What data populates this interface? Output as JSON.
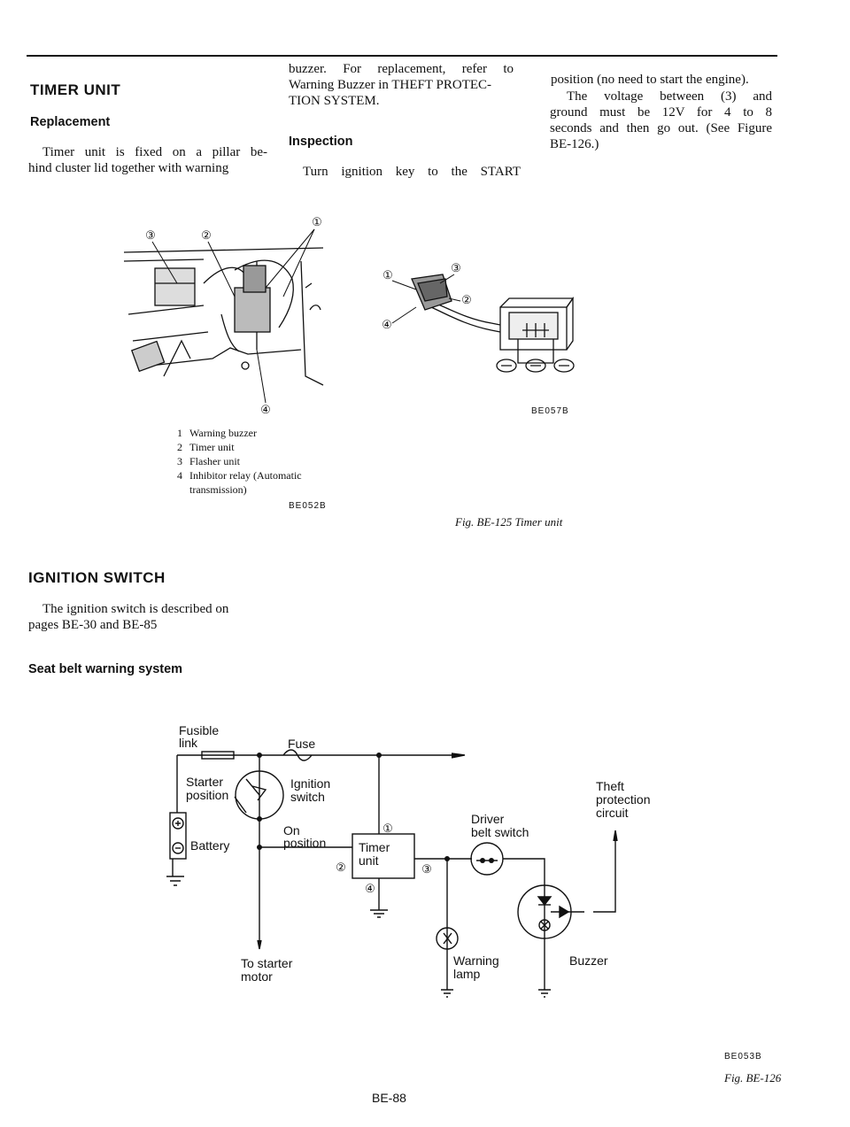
{
  "col1": {
    "heading": "TIMER UNIT",
    "subheading": "Replacement",
    "lines": [
      "Timer unit is fixed on a pillar be-",
      "hind cluster lid together with warning"
    ]
  },
  "col2": {
    "lines": [
      "buzzer. For replacement, refer to",
      "Warning Buzzer in THEFT PROTEC-",
      "TION SYSTEM."
    ],
    "subheading": "Inspection",
    "inspect_line": "Turn ignition key to the START"
  },
  "col3": {
    "line1": "position (no need to start the engine).",
    "lines": [
      "The voltage between (3) and",
      "ground must be 12V for 4 to 8",
      "seconds and then go out. (See Figure"
    ],
    "line_last": "BE-126.)"
  },
  "fig_left": {
    "callouts": [
      "③",
      "②",
      "①",
      "④"
    ],
    "legend": [
      {
        "num": "1",
        "text": "Warning buzzer"
      },
      {
        "num": "2",
        "text": "Timer unit"
      },
      {
        "num": "3",
        "text": "Flasher unit"
      },
      {
        "num": "4",
        "text": "Inhibitor relay (Automatic"
      },
      {
        "num": "",
        "text": "transmission)"
      }
    ],
    "code": "BE052B"
  },
  "fig_right": {
    "callouts": [
      "①",
      "③",
      "②",
      "④"
    ],
    "code": "BE057B",
    "caption": "Fig. BE-125 Timer unit"
  },
  "ignition": {
    "heading": "IGNITION SWITCH",
    "lines": [
      "The ignition switch is described on",
      "pages BE-30 and BE-85"
    ]
  },
  "seatbelt": {
    "heading": "Seat belt warning system"
  },
  "diagram": {
    "fusible_link": [
      "Fusible",
      "link"
    ],
    "fuse": "Fuse",
    "starter_position": [
      "Starter",
      "position"
    ],
    "ignition_switch": [
      "Ignition",
      "switch"
    ],
    "battery": "Battery",
    "on_position": [
      "On",
      "position"
    ],
    "to_starter_motor": [
      "To starter",
      "motor"
    ],
    "timer_unit": [
      "Timer",
      "unit"
    ],
    "pin1": "①",
    "pin2": "②",
    "pin3": "③",
    "pin4": "④",
    "driver_belt_switch": [
      "Driver",
      "belt switch"
    ],
    "theft_protection": [
      "Theft",
      "protection",
      "circuit"
    ],
    "warning_lamp": [
      "Warning",
      "lamp"
    ],
    "buzzer": "Buzzer",
    "code": "BE053B",
    "caption": "Fig. BE-126"
  },
  "footer": {
    "page": "BE-88"
  }
}
